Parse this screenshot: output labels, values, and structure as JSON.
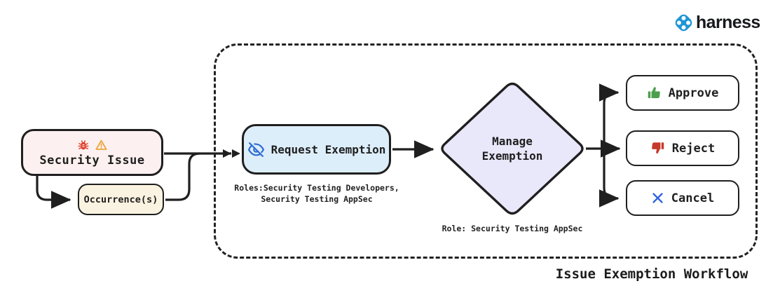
{
  "brand": {
    "name": "harness",
    "icon_color": "#1e96d6",
    "text_color": "#17191d"
  },
  "title": "Issue Exemption Workflow",
  "nodes": {
    "security_issue": {
      "label": "Security Issue",
      "bg": "#fcf1f0",
      "icons": [
        "bug-icon",
        "warning-icon"
      ]
    },
    "occurrences": {
      "label": "Occurrence(s)",
      "bg": "#fbf3e1"
    },
    "request_exemption": {
      "label": "Request Exemption",
      "bg": "#ddeefb",
      "icon": "eye-off-icon",
      "roles_note_line1": "Roles:Security Testing Developers,",
      "roles_note_line2": "Security Testing AppSec"
    },
    "manage_exemption": {
      "label_line1": "Manage",
      "label_line2": "Exemption",
      "bg": "#e9e7fa",
      "role_note": "Role: Security Testing AppSec"
    },
    "approve": {
      "label": "Approve",
      "icon": "thumbs-up-icon",
      "icon_color": "#4d9e4c"
    },
    "reject": {
      "label": "Reject",
      "icon": "thumbs-down-icon",
      "icon_color": "#c63a2a"
    },
    "cancel": {
      "label": "Cancel",
      "icon": "x-icon",
      "icon_color": "#2b5fe3"
    }
  },
  "colors": {
    "outline": "#1f1f1f",
    "dashed_container": "#222222",
    "bug_red": "#e2402a",
    "warning_orange": "#eca43c",
    "eye_blue": "#2d6bd2"
  }
}
